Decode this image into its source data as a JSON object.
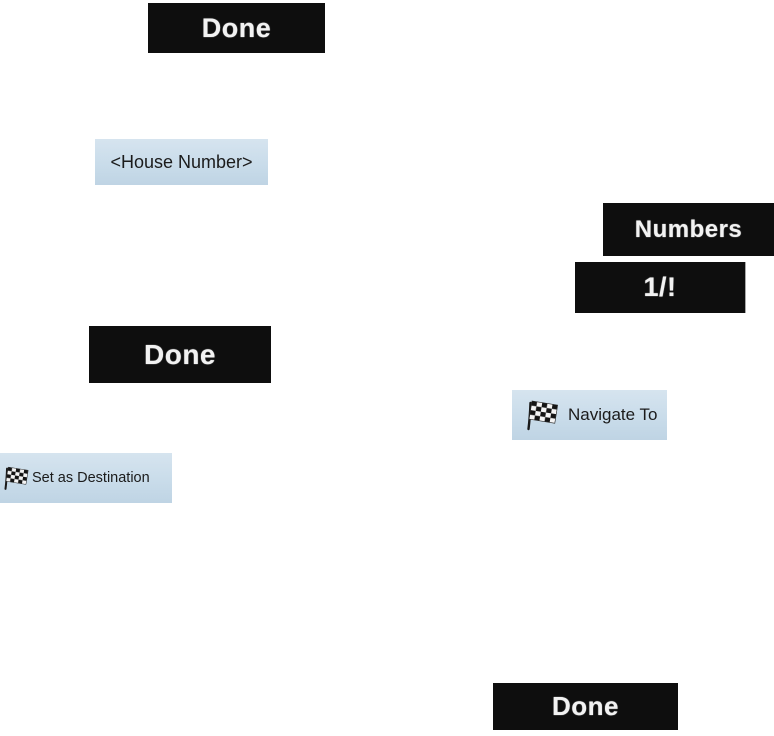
{
  "page": {
    "background": "#ffffff",
    "description": "Scattered navigation-software UI buttons on a white page"
  },
  "colors": {
    "black_button_bg": "#0e0e0e",
    "black_button_text": "#f2f2f2",
    "blue_button_bg": "#c9dcea",
    "blue_button_text": "#1b1b1b"
  },
  "buttons": {
    "done_top": {
      "label": "Done"
    },
    "house_number": {
      "label": "<House Number>"
    },
    "numbers": {
      "label": "Numbers"
    },
    "symbols": {
      "label": "1/!"
    },
    "done_middle": {
      "label": "Done"
    },
    "navigate_to": {
      "label": "Navigate To",
      "icon": "checkered-flag-icon"
    },
    "set_as_destination": {
      "label": "Set as Destination",
      "icon": "checkered-flag-icon"
    },
    "done_bottom": {
      "label": "Done"
    }
  }
}
